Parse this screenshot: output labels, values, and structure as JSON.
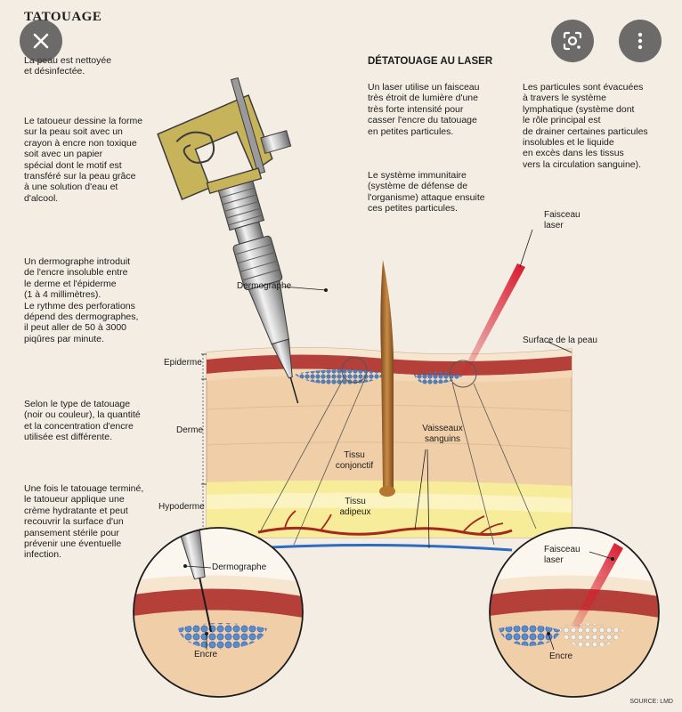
{
  "title": "TATOUAGE",
  "laser_section": {
    "heading": "DÉTATOUAGE AU LASER",
    "intro": "Un laser utilise un faisceau\ntrès étroit de lumière d'une\ntrès forte intensité pour\ncasser l'encre du tatouage\nen petites particules.",
    "immune": "Le système immunitaire\n(système de défense de\nl'organisme) attaque ensuite\nces petites particules.",
    "evacuation": "Les particules sont évacuées\nà travers le système\nlymphatique (système dont\nle rôle principal est\nde drainer certaines particules\ninsolubles et le liquide\nen excès dans les tissus\nvers la circulation sanguine)."
  },
  "steps": [
    "La peau est nettoyée\net désinfectée.",
    "Le tatoueur dessine la forme\nsur la peau soit avec un\ncrayon à encre non toxique\nsoit avec un papier\nspécial dont le motif est\ntransféré sur la peau grâce\nà une solution d'eau et\nd'alcool.",
    "Un dermographe introduit\nde l'encre insoluble entre\nle derme et l'épiderme\n(1 à 4 millimètres).\nLe rythme des perforations\ndépend des dermographes,\nil peut aller de 50 à 3000\npiqûres par minute.",
    "Selon le type de tatouage\n(noir ou couleur), la quantité\net la concentration d'encre\nutilisée est différente.",
    "Une fois le tatouage terminé,\nle tatoueur applique une\ncrème hydratante et peut\nrecouvrir la surface d'un\npansement stérile pour\nprévenir une éventuelle\ninfection."
  ],
  "labels": {
    "dermographe": "Dermographe",
    "faisceau_laser": "Faisceau\nlaser",
    "surface_peau": "Surface de la peau",
    "epiderme": "Epiderme",
    "derme": "Derme",
    "hypoderme": "Hypoderme",
    "tissu_conjonctif": "Tissu\nconjonctif",
    "vaisseaux": "Vaisseaux\nsanguins",
    "tissu_adipeux": "Tissu\nadipeux",
    "dermographe_zoom": "Dermographe",
    "encre_left": "Encre",
    "faisceau_zoom": "Faisceau\nlaser",
    "encre_right": "Encre"
  },
  "source": "SOURCE: LMD",
  "icons": {
    "close": "close-icon",
    "lens": "google-lens-icon",
    "more": "more-vertical-icon"
  },
  "colors": {
    "background": "#f3ede4",
    "epidermis": "#b5403a",
    "dermis": "#f0cfa8",
    "hypodermis": "#f7ec9a",
    "ink": "#4d7fc4",
    "laser": "#d8182b",
    "machine": "#c7b35a"
  }
}
